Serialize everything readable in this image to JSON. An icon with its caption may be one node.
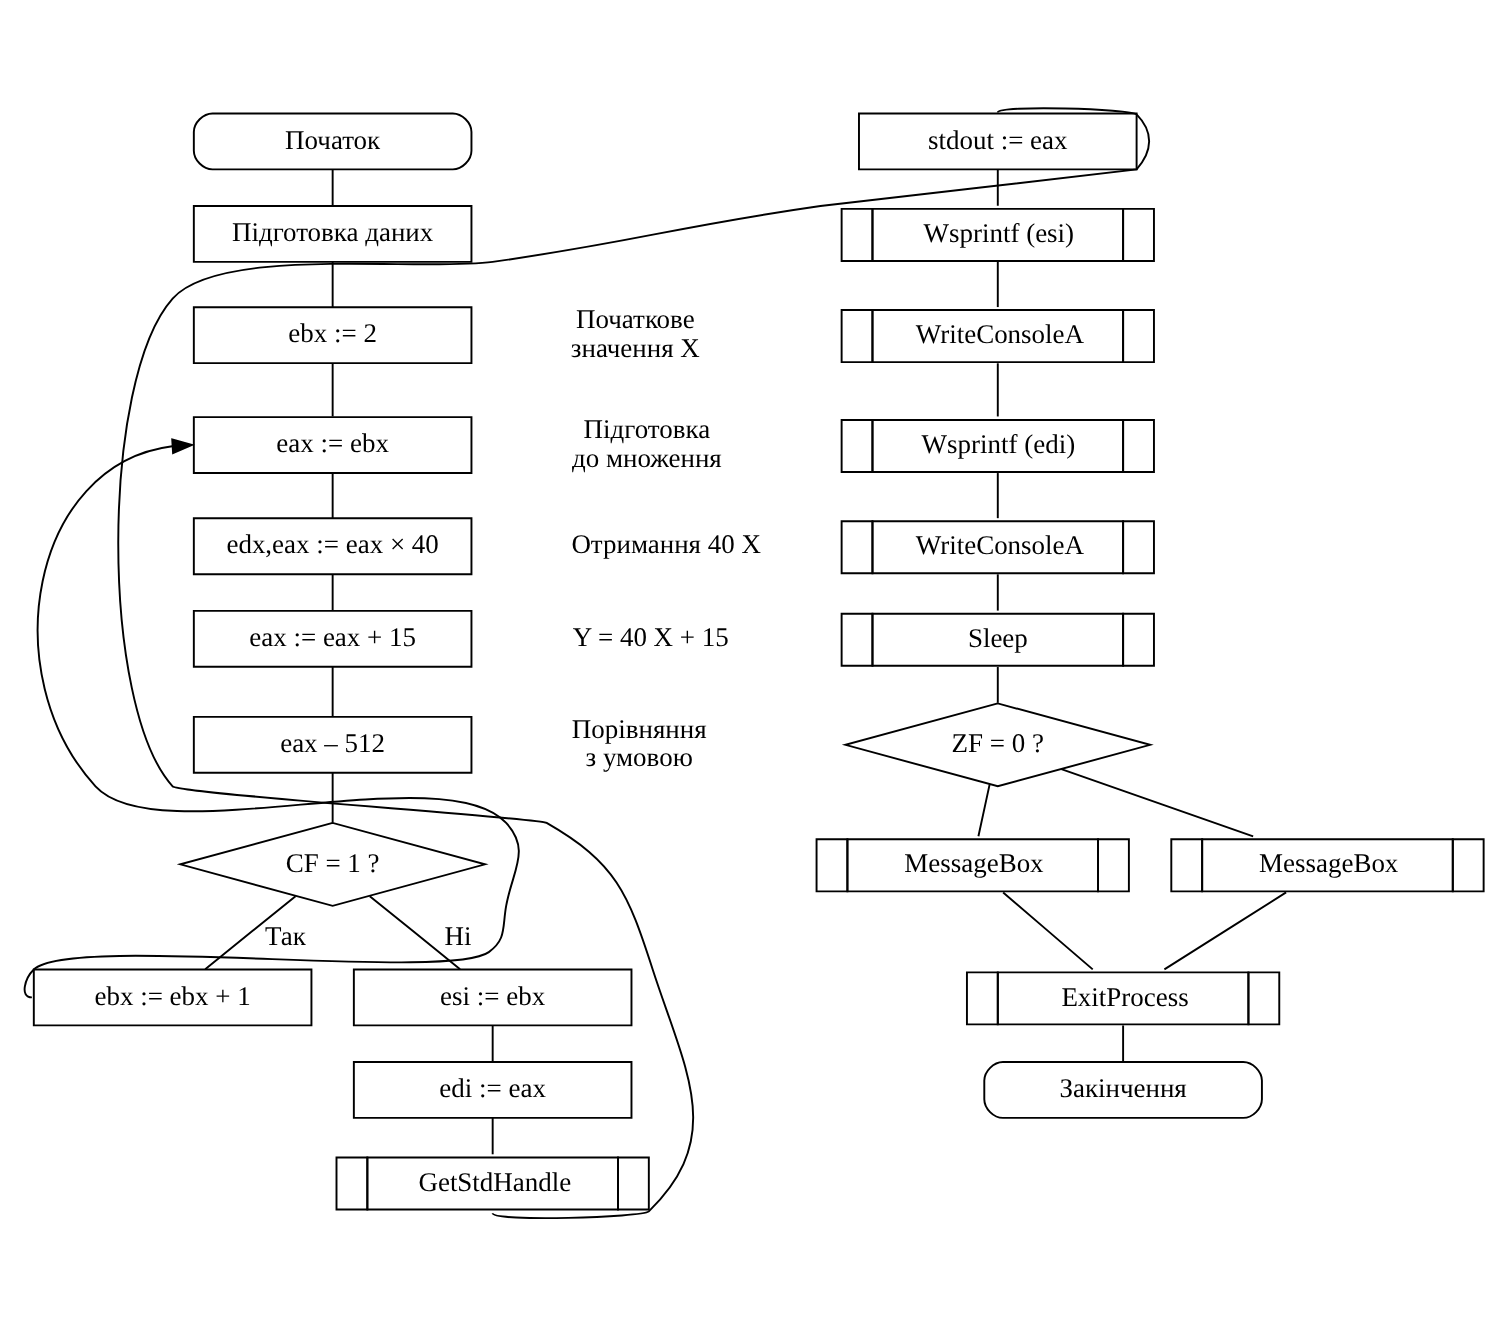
{
  "diagram": {
    "nodes": [
      {
        "text": [
          "Початок"
        ]
      },
      {
        "text": [
          "Підготовка даних"
        ]
      },
      {
        "text": [
          "ebx := 2"
        ],
        "beside": [
          "Початкове значення X"
        ]
      },
      {
        "text": [
          "eax := ebx"
        ],
        "beside": [
          "Підготовка до множення"
        ]
      },
      {
        "text": [
          "edx,eax := eax × 40"
        ],
        "beside": [
          "Отримання 40 X"
        ]
      },
      {
        "text": [
          "eax := eax + 15"
        ],
        "beside": [
          "Y = 40 X + 15"
        ]
      },
      {
        "text": [
          "eax – 512"
        ],
        "beside": [
          "Порівняння з умовою"
        ]
      },
      {
        "text": [
          "CF = 1 ?"
        ]
      },
      {
        "text": [
          "ebx := ebx + 1"
        ]
      },
      {
        "text": [
          "esi := ebx"
        ]
      },
      {
        "text": [
          "edi := eax"
        ]
      },
      {
        "text": [
          "GetStdHandle"
        ]
      },
      {
        "text": [
          "stdout := eax"
        ]
      },
      {
        "text": [
          "Wsprintf (esi)"
        ]
      },
      {
        "text": [
          "WriteConsoleA"
        ]
      },
      {
        "text": [
          "Wsprintf (edi)"
        ]
      },
      {
        "text": [
          "WriteConsoleA"
        ]
      },
      {
        "text": [
          "Sleep"
        ]
      },
      {
        "text": [
          "ZF = 0 ?"
        ]
      },
      {
        "text": [
          "MessageBox"
        ]
      },
      {
        "text": [
          "MessageBox"
        ]
      },
      {
        "text": [
          "ExitProcess"
        ]
      },
      {
        "text": [
          "Закінчення"
        ]
      }
    ],
    "edges": [
      {
        "from": 0,
        "to": 1,
        "arrow": "none"
      },
      {
        "from": 1,
        "to": 2,
        "arrow": "none"
      },
      {
        "from": 2,
        "to": 3,
        "arrow": "none"
      },
      {
        "from": 3,
        "to": 4,
        "arrow": "none"
      },
      {
        "from": 4,
        "to": 5,
        "arrow": "none"
      },
      {
        "from": 5,
        "to": 6,
        "arrow": "none"
      },
      {
        "from": 6,
        "to": 7,
        "arrow": "none"
      },
      {
        "from": 7,
        "to": 8,
        "arrow": "none",
        "label": "Так"
      },
      {
        "from": 7,
        "to": 9,
        "arrow": "none",
        "label": "Ні"
      },
      {
        "from": 8,
        "to": 3,
        "arrow": "to"
      },
      {
        "from": 9,
        "to": 10,
        "arrow": "none"
      },
      {
        "from": 10,
        "to": 11,
        "arrow": "none"
      },
      {
        "from": 11,
        "to": 12,
        "arrow": "none"
      },
      {
        "from": 12,
        "to": 13,
        "arrow": "none"
      },
      {
        "from": 13,
        "to": 14,
        "arrow": "none"
      },
      {
        "from": 14,
        "to": 15,
        "arrow": "none"
      },
      {
        "from": 15,
        "to": 16,
        "arrow": "none"
      },
      {
        "from": 16,
        "to": 17,
        "arrow": "none"
      },
      {
        "from": 17,
        "to": 18,
        "arrow": "none"
      },
      {
        "from": 18,
        "to": 19,
        "arrow": "none"
      },
      {
        "from": 18,
        "to": 20,
        "arrow": "none"
      },
      {
        "from": 19,
        "to": 21,
        "arrow": "none"
      },
      {
        "from": 20,
        "to": 21,
        "arrow": "none"
      },
      {
        "from": 21,
        "to": 22,
        "arrow": "none"
      }
    ]
  }
}
